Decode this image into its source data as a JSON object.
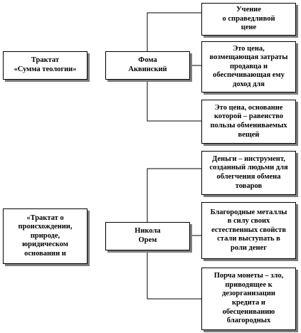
{
  "diagram": {
    "left": [
      {
        "lines": [
          "Трактат",
          "«Сумма теологии»"
        ]
      },
      {
        "lines": [
          "«Трактат о",
          "происхождении,",
          "природе,",
          "юридическом",
          "основании и"
        ]
      }
    ],
    "middle": [
      {
        "lines": [
          "Фома",
          "Аквинский"
        ]
      },
      {
        "lines": [
          "Никола",
          "Орем"
        ]
      }
    ],
    "right": [
      {
        "lines": [
          "Учение",
          "о справедливой",
          "цене"
        ]
      },
      {
        "lines": [
          "Это цена,",
          "возмещающая затраты",
          "продавца и",
          "обеспечивающая ему",
          "доход для"
        ]
      },
      {
        "lines": [
          "Это цена, основание",
          "которой – равенство",
          "пользы обмениваемых",
          "вещей"
        ]
      },
      {
        "lines": [
          "Деньги – инструмент,",
          "созданный людьми для",
          "облегчения обмена",
          "товаров"
        ]
      },
      {
        "lines": [
          "Благородные металлы",
          "в силу своих",
          "естественных  свойств",
          "стали выступать в",
          "роли денег"
        ]
      },
      {
        "lines": [
          "Порча монеты – зло,",
          "приводящее к",
          "дезорганизации",
          "кредита и",
          "обесцениванию",
          "благородных"
        ]
      }
    ]
  }
}
